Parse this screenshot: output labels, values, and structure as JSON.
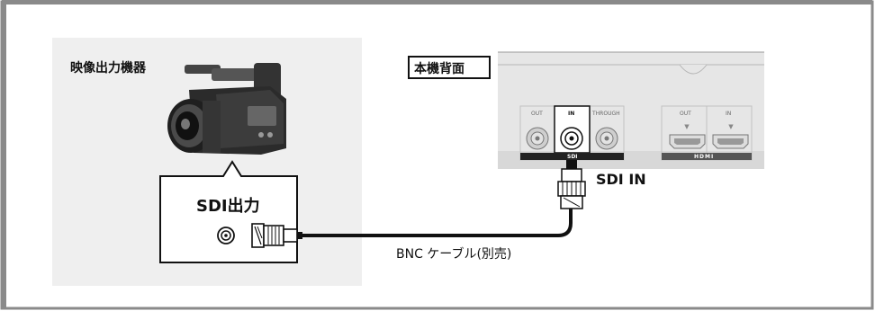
{
  "source_device": {
    "title": "映像出力機器",
    "output_label": "SDI出力"
  },
  "rear_panel": {
    "title": "本機背面",
    "sdi_ports": [
      "OUT",
      "IN",
      "THROUGH"
    ],
    "sdi_group_label": "SDI",
    "hdmi_ports": [
      "OUT",
      "IN"
    ],
    "hdmi_group_label": "HDMI",
    "input_label": "SDI IN"
  },
  "cable": {
    "label": "BNC ケーブル(別売)"
  },
  "colors": {
    "frame": "#8a8a8a",
    "source_bg": "#efefef",
    "panel_bg": "#e6e6e6",
    "strip": "#222222"
  }
}
